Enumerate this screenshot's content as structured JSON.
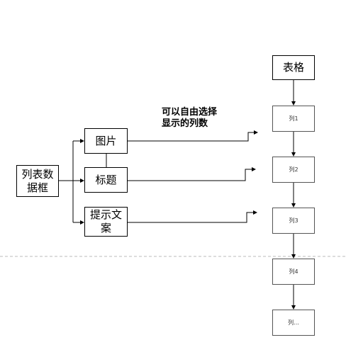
{
  "nodes": {
    "list_source": "列表数\n据框",
    "image": "图片",
    "title": "标题",
    "hint": "提示文\n案",
    "table": "表格",
    "col1": "列1",
    "col2": "列2",
    "col3": "列3",
    "col4": "列4",
    "col_more": "列..."
  },
  "annotation": "可以自由选择\n显示的列数",
  "colors": {
    "line": "#000000",
    "divider": "#bbbbbb"
  }
}
